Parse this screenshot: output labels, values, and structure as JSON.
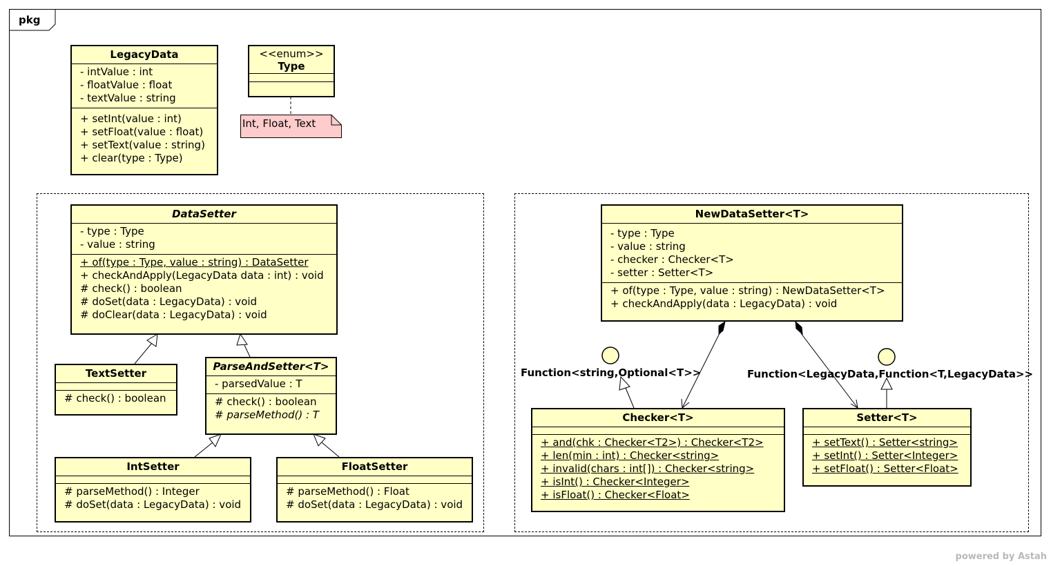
{
  "package": {
    "name": "pkg"
  },
  "classes": {
    "legacy_data": {
      "name": "LegacyData",
      "attributes": [
        "- intValue : int",
        "- floatValue : float",
        "- textValue : string"
      ],
      "operations": [
        "+ setInt(value : int)",
        "+ setFloat(value : float)",
        "+ setText(value : string)",
        "+ clear(type : Type)"
      ]
    },
    "type_enum": {
      "stereotype": "<<enum>>",
      "name": "Type"
    },
    "data_setter": {
      "name": "DataSetter",
      "attributes": [
        "- type : Type",
        "- value : string"
      ],
      "operations": [
        "+ of(type : Type, value : string) : DataSetter",
        "+ checkAndApply(LegacyData data : int) : void",
        "# check() : boolean",
        "# doSet(data : LegacyData) : void",
        "# doClear(data : LegacyData) : void"
      ]
    },
    "text_setter": {
      "name": "TextSetter",
      "operations": [
        "# check() : boolean"
      ]
    },
    "parse_and_setter": {
      "name": "ParseAndSetter<T>",
      "attributes": [
        "- parsedValue : T"
      ],
      "operations": [
        "# check() : boolean",
        "# parseMethod() : T"
      ]
    },
    "int_setter": {
      "name": "IntSetter",
      "operations": [
        "# parseMethod() : Integer",
        "# doSet(data : LegacyData) : void"
      ]
    },
    "float_setter": {
      "name": "FloatSetter",
      "operations": [
        "# parseMethod() : Float",
        "# doSet(data : LegacyData) : void"
      ]
    },
    "new_data_setter": {
      "name": "NewDataSetter<T>",
      "attributes": [
        "- type : Type",
        "- value : string",
        "- checker : Checker<T>",
        "- setter : Setter<T>"
      ],
      "operations": [
        "+ of(type : Type, value : string) : NewDataSetter<T>",
        "+ checkAndApply(data : LegacyData) : void"
      ]
    },
    "checker": {
      "name": "Checker<T>",
      "operations": [
        "+ and(chk : Checker<T2>) : Checker<T2>",
        "+ len(min : int) : Checker<string>",
        "+ invalid(chars : int[]) : Checker<string>",
        "+ isInt() : Checker<Integer>",
        "+ isFloat() : Checker<Float>"
      ]
    },
    "setter": {
      "name": "Setter<T>",
      "operations": [
        "+ setText() : Setter<string>",
        "+ setInt() : Setter<Integer>",
        "+ setFloat() : Setter<Float>"
      ]
    }
  },
  "note": {
    "text": "Int, Float, Text"
  },
  "interfaces": {
    "checker_iface": "Function<string,Optional<T>>",
    "setter_iface": "Function<LegacyData,Function<T,LegacyData>>"
  },
  "footer": {
    "powered": "powered by Astah"
  },
  "colors": {
    "class_fill": "#ffffc6",
    "note_fill": "#ffcccc",
    "line": "#000000"
  }
}
